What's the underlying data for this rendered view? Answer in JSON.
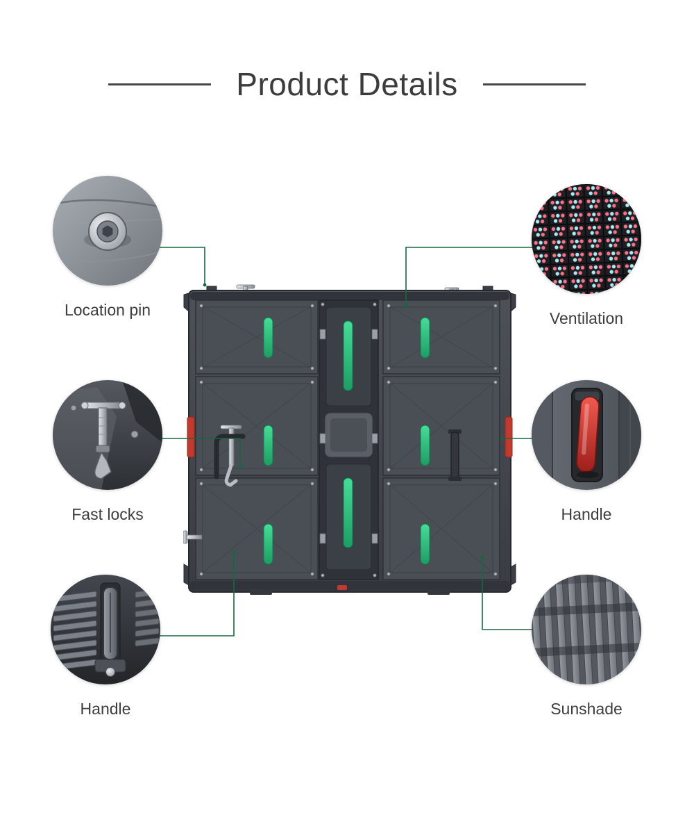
{
  "page": {
    "title": "Product Details",
    "background": "#ffffff"
  },
  "colors": {
    "text": "#3d3d3d",
    "leader_line_green": "#15693e",
    "module_handle_green": "#2db97c",
    "latch_red": "#c23a2e",
    "led_dot_pink": "#ff6f86",
    "led_dot_cyan": "#a5ecf6",
    "cabinet_gray": "#4a4e55"
  },
  "callouts": [
    {
      "id": "location-pin",
      "label": "Location pin",
      "position": "top-left"
    },
    {
      "id": "fast-locks",
      "label": "Fast locks",
      "position": "middle-left"
    },
    {
      "id": "handle-bottom",
      "label": "Handle",
      "position": "bottom-left"
    },
    {
      "id": "ventilation",
      "label": "Ventilation",
      "position": "top-right"
    },
    {
      "id": "handle-side",
      "label": "Handle",
      "position": "middle-right"
    },
    {
      "id": "sunshade",
      "label": "Sunshade",
      "position": "bottom-right"
    }
  ],
  "product_image": {
    "name": "led-display-cabinet-rear-view"
  }
}
